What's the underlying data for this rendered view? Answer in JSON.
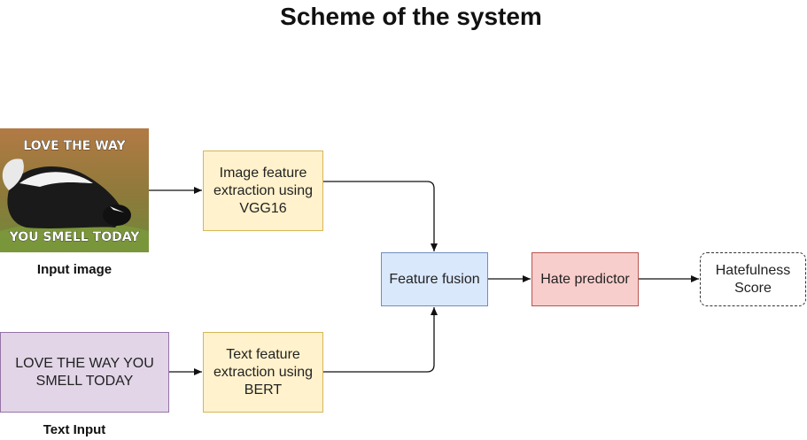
{
  "title": "Scheme of the system",
  "nodes": {
    "input_image_caption": "Input image",
    "meme_text_top": "LOVE THE WAY",
    "meme_text_bottom": "YOU SMELL TODAY",
    "image_feature": "Image feature extraction using VGG16",
    "text_input": "LOVE THE WAY YOU SMELL TODAY",
    "text_input_caption": "Text Input",
    "text_feature": "Text feature extraction using BERT",
    "feature_fusion": "Feature fusion",
    "hate_predictor": "Hate predictor",
    "hatefulness_score": "Hatefulness Score"
  },
  "colors": {
    "feature_extraction_fill": "#fff2cc",
    "feature_fusion_fill": "#dae8fc",
    "hate_predictor_fill": "#f8cecc",
    "text_input_fill": "#e1d5e7"
  }
}
